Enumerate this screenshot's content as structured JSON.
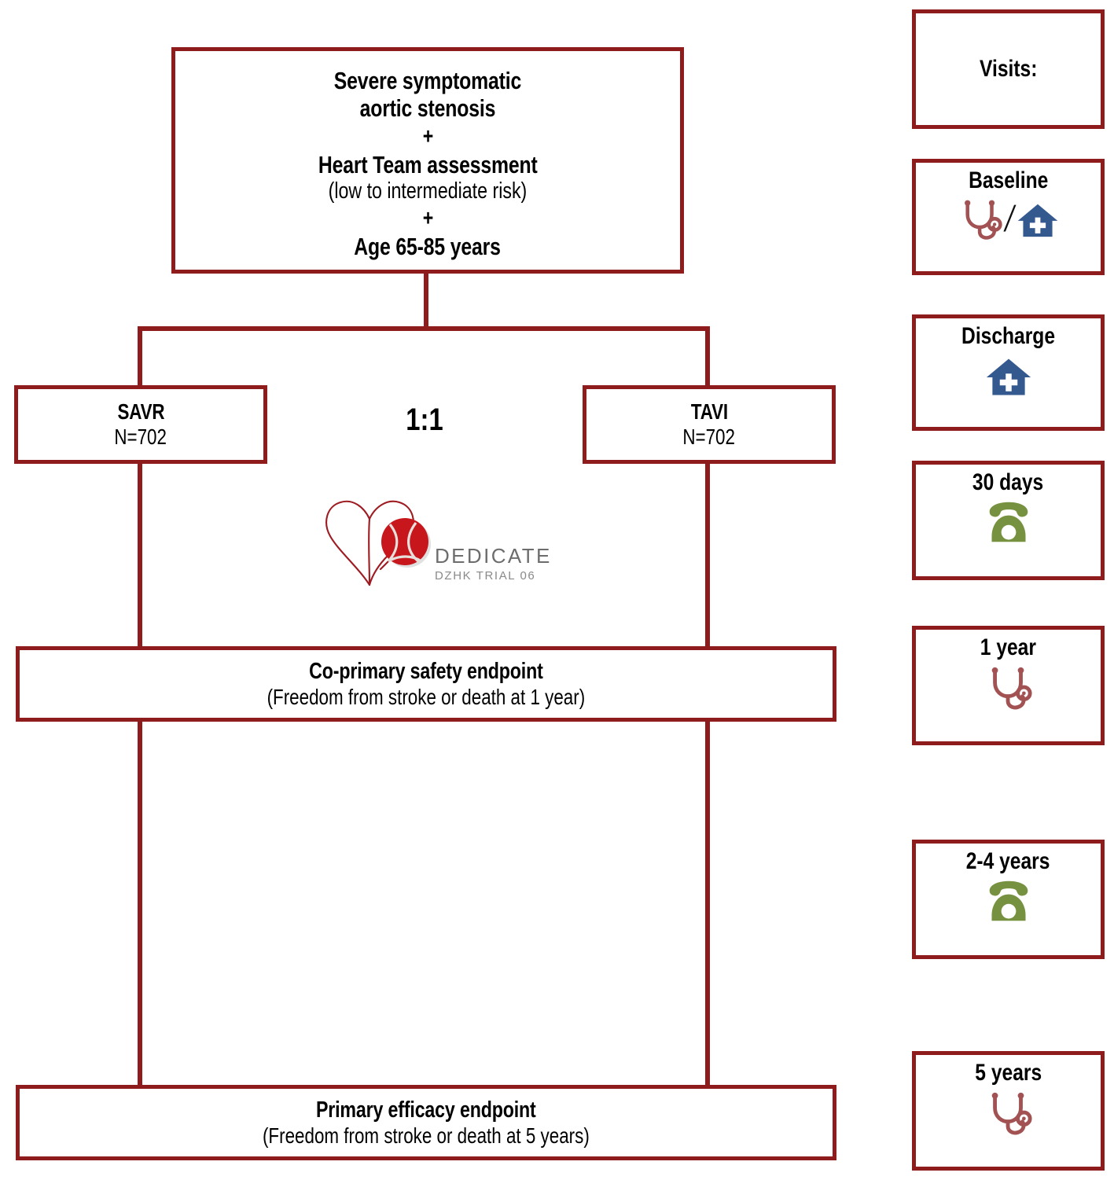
{
  "diagram": {
    "title": "DEDICATE DZHK Trial 06 study flow",
    "accent_color": "#8E1C1C",
    "hospital_icon_color": "#33598F",
    "phone_icon_color": "#76913F",
    "stethoscope_icon_color": "#A25252"
  },
  "eligibility": {
    "line1": "Severe symptomatic",
    "line2": "aortic stenosis",
    "plus1": "+",
    "line3": "Heart Team assessment",
    "line4": "(low to intermediate risk)",
    "plus2": "+",
    "line5": "Age 65-85 years"
  },
  "randomization": {
    "ratio": "1:1"
  },
  "arms": [
    {
      "name": "SAVR",
      "n": "N=702"
    },
    {
      "name": "TAVI",
      "n": "N=702"
    }
  ],
  "endpoints": [
    {
      "title": "Co-primary safety endpoint",
      "detail": "(Freedom from stroke or death at 1 year)"
    },
    {
      "title": "Primary efficacy endpoint",
      "detail": "(Freedom from stroke or death at 5 years)"
    }
  ],
  "logo": {
    "name": "DEDICATE",
    "sub": "DZHK TRIAL 06",
    "mark": "heart-with-valve-icon"
  },
  "visits": {
    "heading": "Visits:",
    "items": [
      {
        "label": "Baseline",
        "icons": [
          "stethoscope-icon",
          "slash-separator",
          "hospital-icon"
        ]
      },
      {
        "label": "Discharge",
        "icons": [
          "hospital-icon"
        ]
      },
      {
        "label": "30 days",
        "icons": [
          "telephone-icon"
        ]
      },
      {
        "label": "1 year",
        "icons": [
          "stethoscope-icon"
        ]
      },
      {
        "label": "2-4 years",
        "icons": [
          "telephone-icon"
        ]
      },
      {
        "label": "5 years",
        "icons": [
          "stethoscope-icon"
        ]
      }
    ]
  }
}
